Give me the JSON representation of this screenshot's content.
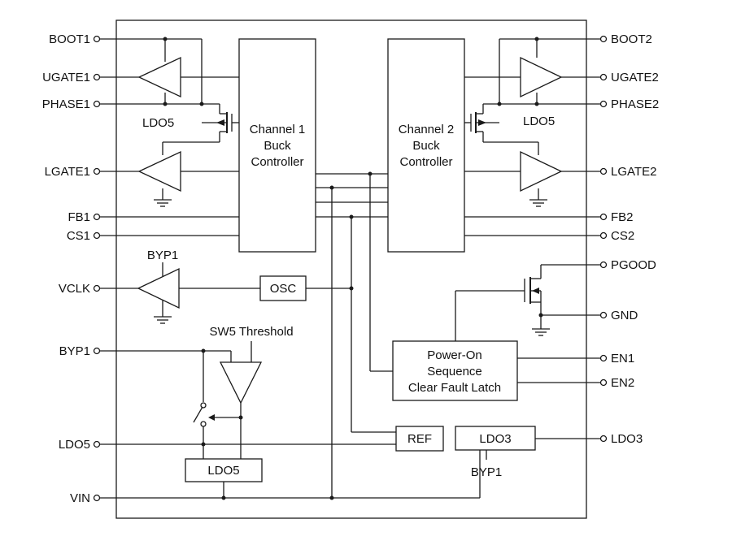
{
  "pins_left": {
    "boot1": "BOOT1",
    "ugate1": "UGATE1",
    "phase1": "PHASE1",
    "lgate1": "LGATE1",
    "fb1": "FB1",
    "cs1": "CS1",
    "vclk": "VCLK",
    "byp1": "BYP1",
    "ldo5": "LDO5",
    "vin": "VIN"
  },
  "pins_right": {
    "boot2": "BOOT2",
    "ugate2": "UGATE2",
    "phase2": "PHASE2",
    "lgate2": "LGATE2",
    "fb2": "FB2",
    "cs2": "CS2",
    "pgood": "PGOOD",
    "gnd": "GND",
    "en1": "EN1",
    "en2": "EN2",
    "ldo3": "LDO3"
  },
  "blocks": {
    "ch1": [
      "Channel 1",
      "Buck",
      "Controller"
    ],
    "ch2": [
      "Channel 2",
      "Buck",
      "Controller"
    ],
    "osc": "OSC",
    "power_on": [
      "Power-On",
      "Sequence",
      "Clear Fault Latch"
    ],
    "ref": "REF",
    "ldo3": "LDO3",
    "ldo5": "LDO5"
  },
  "labels": {
    "ldo5_left": "LDO5",
    "ldo5_right": "LDO5",
    "byp1_top": "BYP1",
    "sw5_threshold": "SW5 Threshold",
    "byp1_bottom": "BYP1"
  }
}
